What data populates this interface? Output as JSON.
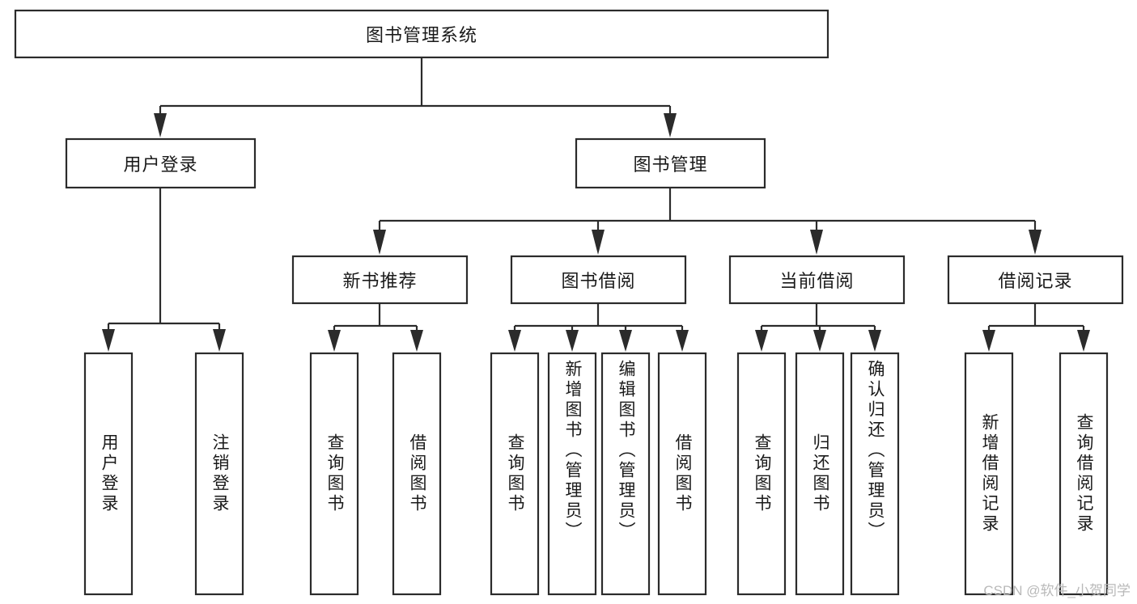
{
  "diagram": {
    "type": "tree-hierarchy",
    "title_node": {
      "label": "图书管理系统"
    },
    "level2": [
      {
        "id": "user-login",
        "label": "用户登录"
      },
      {
        "id": "book-management",
        "label": "图书管理"
      }
    ],
    "level3": [
      {
        "id": "new-book-recommend",
        "label": "新书推荐"
      },
      {
        "id": "book-borrow",
        "label": "图书借阅"
      },
      {
        "id": "current-borrow",
        "label": "当前借阅"
      },
      {
        "id": "borrow-record",
        "label": "借阅记录"
      }
    ],
    "leaves": {
      "user_login": [
        {
          "id": "leaf-user-login",
          "label": "用户登录"
        },
        {
          "id": "leaf-user-logout",
          "label": "注销登录"
        }
      ],
      "new_book_recommend": [
        {
          "id": "leaf-query-book-1",
          "label": "查询图书"
        },
        {
          "id": "leaf-borrow-book-1",
          "label": "借阅图书"
        }
      ],
      "book_borrow": [
        {
          "id": "leaf-query-book-2",
          "label": "查询图书"
        },
        {
          "id": "leaf-add-book",
          "label": "新增图书（管理员）"
        },
        {
          "id": "leaf-edit-book",
          "label": "编辑图书（管理员）"
        },
        {
          "id": "leaf-borrow-book-2",
          "label": "借阅图书"
        }
      ],
      "current_borrow": [
        {
          "id": "leaf-query-book-3",
          "label": "查询图书"
        },
        {
          "id": "leaf-return-book",
          "label": "归还图书"
        },
        {
          "id": "leaf-confirm-return",
          "label": "确认归还（管理员）"
        }
      ],
      "borrow_record": [
        {
          "id": "leaf-add-record",
          "label": "新增借阅记录"
        },
        {
          "id": "leaf-query-record",
          "label": "查询借阅记录"
        }
      ]
    }
  },
  "watermark": {
    "text": "CSDN @软件_小贺同学"
  },
  "colors": {
    "background": "#ffffff",
    "box_fill": "#ffffff",
    "box_stroke": "#2b2b2b",
    "text": "#1a1a1a",
    "watermark_text": "#b9b9b9"
  }
}
